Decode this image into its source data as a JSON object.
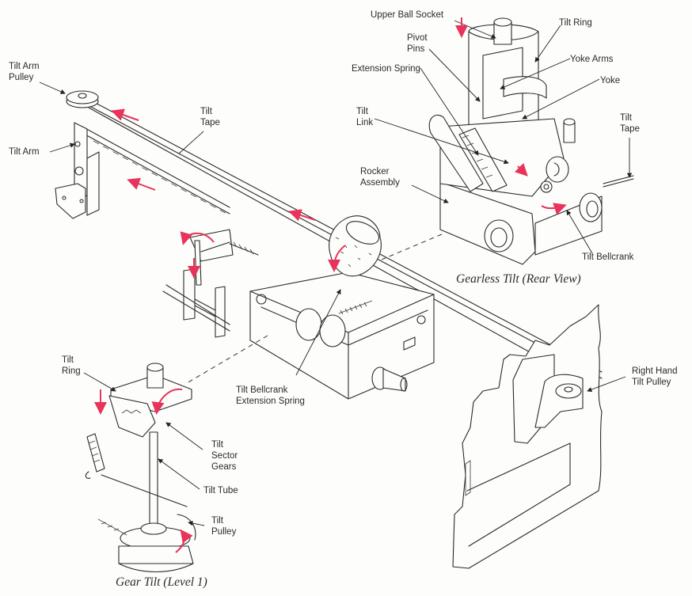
{
  "diagram": {
    "subject": "Typewriter tilt mechanism",
    "colors": {
      "ink": "#2a2a2a",
      "motion_arrow": "#e8335a",
      "paper": "#fdfdfb"
    },
    "captions": {
      "gearless": "Gearless Tilt (Rear View)",
      "gear": "Gear Tilt (Level 1)"
    },
    "labels": {
      "tilt_arm_pulley": "Tilt Arm\nPulley",
      "tilt_arm": "Tilt Arm",
      "tilt_tape_left": "Tilt\nTape",
      "upper_ball_socket": "Upper Ball Socket",
      "pivot_pins": "Pivot\nPins",
      "extension_spring": "Extension Spring",
      "tilt_link": "Tilt\nLink",
      "tilt_ring_top": "Tilt Ring",
      "yoke_arms": "Yoke Arms",
      "yoke": "Yoke",
      "tilt_tape_right": "Tilt\nTape",
      "rocker_assembly": "Rocker\nAssembly",
      "tilt_bellcrank": "Tilt Bellcrank",
      "tilt_bellcrank_extension_spring": "Tilt Bellcrank\nExtension Spring",
      "right_hand_tilt_pulley": "Right Hand\nTilt Pulley",
      "tilt_ring_gear": "Tilt\nRing",
      "tilt_sector_gears": "Tilt\nSector\nGears",
      "tilt_tube": "Tilt Tube",
      "tilt_pulley": "Tilt\nPulley"
    }
  }
}
